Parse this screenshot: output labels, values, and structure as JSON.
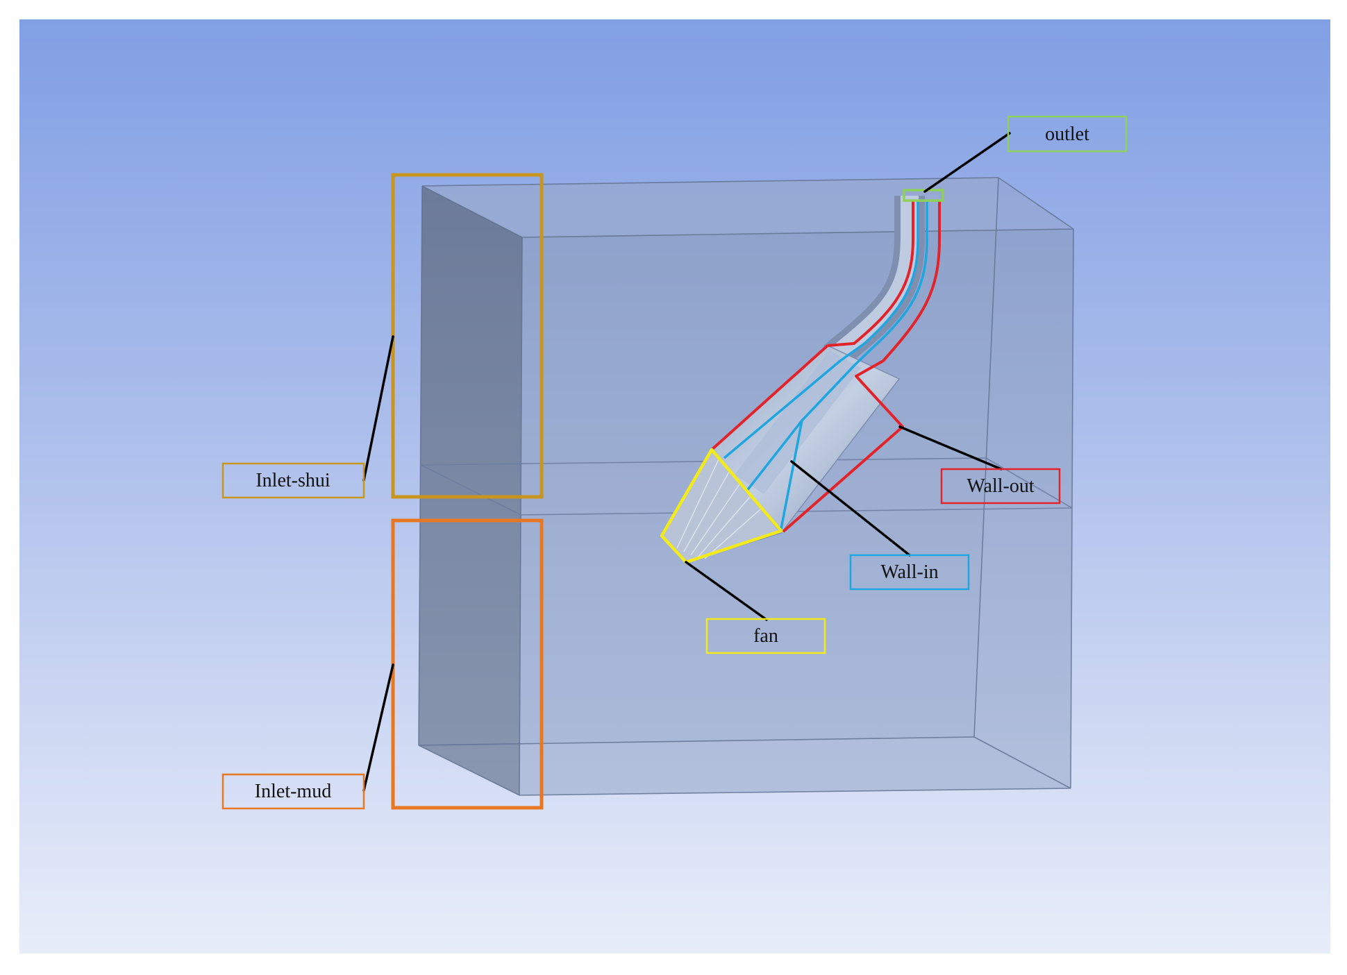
{
  "labels": {
    "outlet": "outlet",
    "inlet_shui": "Inlet-shui",
    "inlet_mud": "Inlet-mud",
    "wall_out": "Wall-out",
    "wall_in": "Wall-in",
    "fan": "fan"
  },
  "colors": {
    "background_top": "#8aa4e5",
    "background_bottom": "#e8edf9",
    "outlet": "#8fd05a",
    "inlet_shui": "#c8951e",
    "inlet_mud": "#e87722",
    "wall_out": "#e3232a",
    "wall_in": "#1fa6e0",
    "fan": "#f2ea1a",
    "leader": "#000000"
  }
}
